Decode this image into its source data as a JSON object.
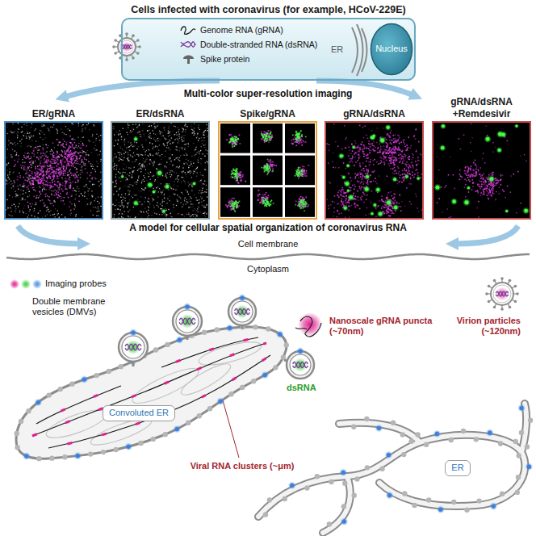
{
  "diagram": {
    "nodes": [
      {
        "text": [
          "Cells infected with coronavirus (for example, HCoV-229E)"
        ]
      },
      {
        "text": [
          "Nucleus"
        ],
        "in": 0
      },
      {
        "text": [
          "ER/gRNA"
        ]
      },
      {
        "text": [
          "ER/dsRNA"
        ]
      },
      {
        "text": [
          "Spike/gRNA"
        ]
      },
      {
        "text": [
          "gRNA/dsRNA"
        ]
      },
      {
        "text": [
          "gRNA/dsRNA +Remdesivir"
        ]
      },
      {
        "text": [
          "Convoluted ER"
        ]
      },
      {
        "text": [
          "ER"
        ]
      }
    ],
    "labels": [
      "ER",
      "Multi-color super-resolution imaging",
      "A model for cellular spatial organization of coronavirus RNA",
      "Cell membrane",
      "Cytoplasm",
      "Imaging probes",
      "Double membrane vesicles (DMVs)",
      "dsRNA",
      "Nanoscale gRNA puncta (~70nm)",
      "Virion particles (~120nm)",
      "Viral RNA clusters (~μm)"
    ],
    "legend": [
      {
        "text": "Genome RNA (gRNA)"
      },
      {
        "text": "Double-stranded RNA (dsRNA)"
      },
      {
        "text": "Spike protein"
      }
    ]
  }
}
